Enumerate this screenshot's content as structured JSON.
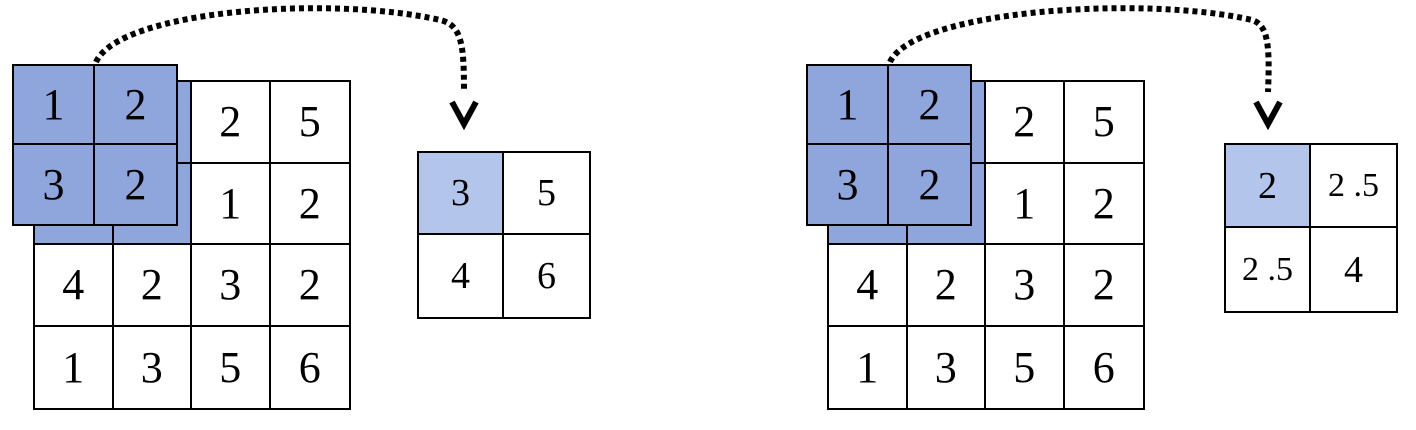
{
  "colors": {
    "window_fill": "#8fa6dc",
    "output_highlight": "#b3c5ea",
    "grid_line": "#000000"
  },
  "panels": [
    {
      "input_matrix": [
        [
          "1",
          "2",
          "2",
          "5"
        ],
        [
          "3",
          "2",
          "1",
          "2"
        ],
        [
          "4",
          "2",
          "3",
          "2"
        ],
        [
          "1",
          "3",
          "5",
          "6"
        ]
      ],
      "window": [
        [
          "1",
          "2"
        ],
        [
          "3",
          "2"
        ]
      ],
      "output_matrix": [
        [
          "3",
          "5"
        ],
        [
          "4",
          "6"
        ]
      ],
      "arrow_icon": "dotted-curved-arrow"
    },
    {
      "input_matrix": [
        [
          "1",
          "2",
          "2",
          "5"
        ],
        [
          "3",
          "2",
          "1",
          "2"
        ],
        [
          "4",
          "2",
          "3",
          "2"
        ],
        [
          "1",
          "3",
          "5",
          "6"
        ]
      ],
      "window": [
        [
          "1",
          "2"
        ],
        [
          "3",
          "2"
        ]
      ],
      "output_matrix": [
        [
          "2",
          "2 .5"
        ],
        [
          "2 .5",
          "4"
        ]
      ],
      "arrow_icon": "dotted-curved-arrow"
    }
  ]
}
